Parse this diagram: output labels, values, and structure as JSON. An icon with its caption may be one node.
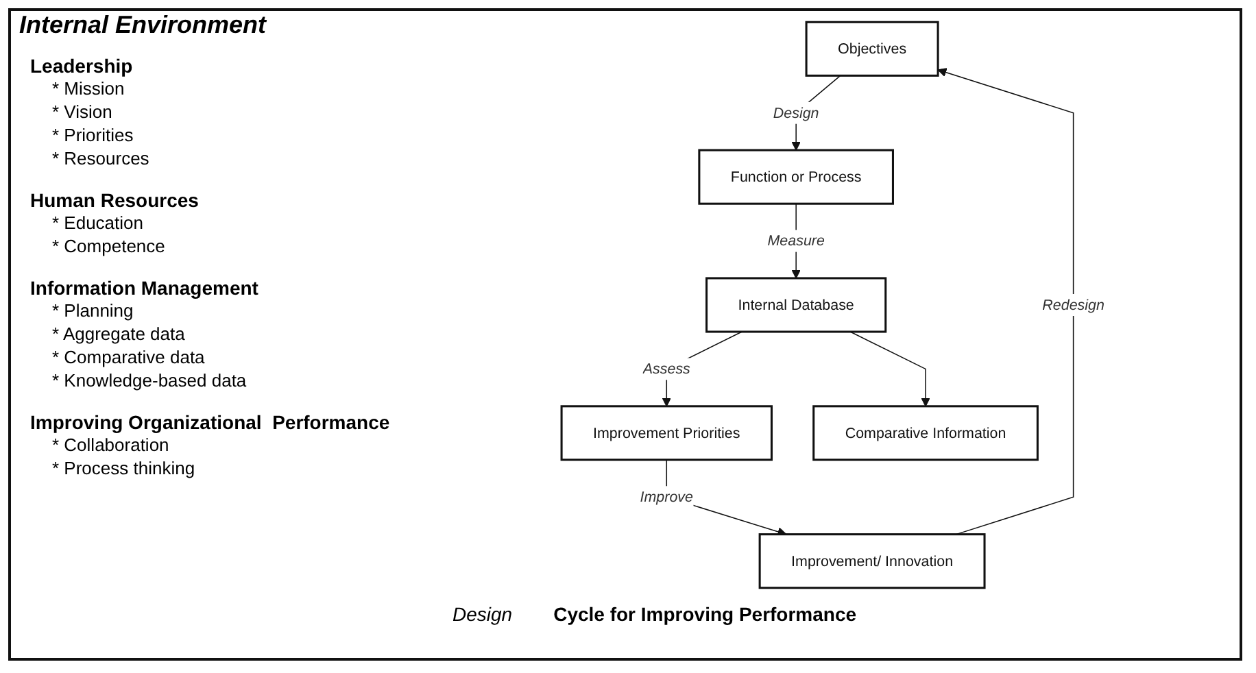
{
  "diagram": {
    "title": "Internal Environment",
    "nodes": [
      {
        "text": [
          "Objectives"
        ]
      },
      {
        "text": [
          "Function or Process"
        ]
      },
      {
        "text": [
          "Internal Database"
        ]
      },
      {
        "text": [
          "Improvement Priorities"
        ]
      },
      {
        "text": [
          "Comparative Information"
        ]
      },
      {
        "text": [
          "Improvement/ Innovation"
        ]
      }
    ],
    "edges": [
      {
        "from": 0,
        "to": 1,
        "arrow": "to",
        "label": "Design"
      },
      {
        "from": 1,
        "to": 2,
        "arrow": "to",
        "label": "Measure"
      },
      {
        "from": 2,
        "to": 3,
        "arrow": "to",
        "label": "Assess"
      },
      {
        "from": 2,
        "to": 4,
        "arrow": "to"
      },
      {
        "from": 3,
        "to": 5,
        "arrow": "to",
        "label": "Improve"
      },
      {
        "from": 5,
        "to": 0,
        "arrow": "to",
        "label": "Redesign"
      }
    ],
    "labels": [
      "Leadership",
      "* Mission",
      "* Vision",
      "* Priorities",
      "* Resources",
      "Human Resources",
      "* Education",
      "* Competence",
      "Information Management",
      "* Planning",
      "* Aggregate data",
      "* Comparative data",
      "* Knowledge-based data",
      "Improving Organizational  Performance",
      "* Collaboration",
      "* Process thinking",
      "Design",
      "Cycle for Improving Performance"
    ]
  }
}
